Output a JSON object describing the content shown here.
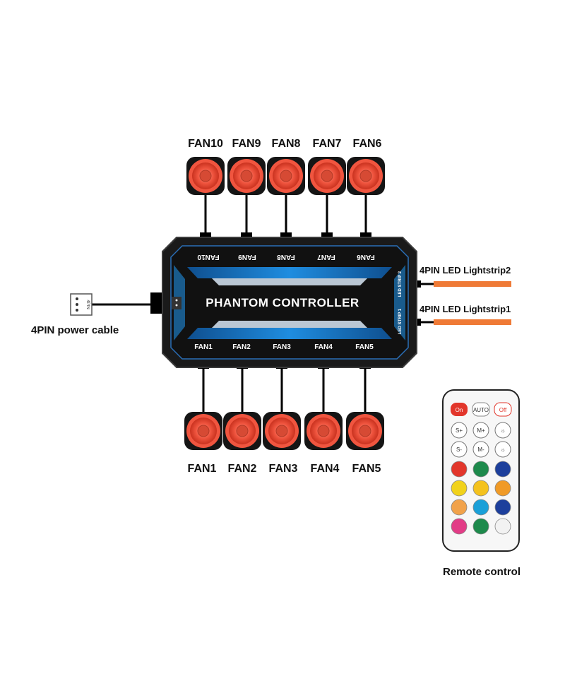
{
  "fans_top": [
    "FAN10",
    "FAN9",
    "FAN8",
    "FAN7",
    "FAN6"
  ],
  "fans_bottom": [
    "FAN1",
    "FAN2",
    "FAN3",
    "FAN4",
    "FAN5"
  ],
  "controller": {
    "title": "PHANTOM CONTROLLER",
    "ports_top": [
      "FAN10",
      "FAN9",
      "FAN8",
      "FAN7",
      "FAN6"
    ],
    "ports_bottom": [
      "FAN1",
      "FAN2",
      "FAN3",
      "FAN4",
      "FAN5"
    ],
    "strip_port_2": "LED STRIP 2",
    "strip_port_1": "LED STRIP 1",
    "power_connector_label": "4PIN"
  },
  "labels": {
    "power_cable": "4PIN power cable",
    "lightstrip2": "4PIN LED Lightstrip2",
    "lightstrip1": "4PIN LED Lightstrip1",
    "remote": "Remote control"
  },
  "remote": {
    "top_buttons": [
      "On",
      "AUTO",
      "Off"
    ],
    "row2": [
      "S+",
      "M+",
      "☼"
    ],
    "row3": [
      "S-",
      "M-",
      "☼"
    ],
    "color_rows": [
      [
        "#e2362b",
        "#1e8a4c",
        "#1d3f9c"
      ],
      [
        "#f1d21b",
        "#f4c21d",
        "#f09a26"
      ],
      [
        "#f1a24a",
        "#1aa0d8",
        "#1d3f9c"
      ],
      [
        "#e23c86",
        "#1e8a4c",
        "#f2f2f2"
      ]
    ]
  },
  "colors": {
    "fan_glow": "#f0553f",
    "controller_body": "#1a1a1a",
    "controller_accent": "#1f8de0",
    "lightstrip": "#ef7a36"
  }
}
